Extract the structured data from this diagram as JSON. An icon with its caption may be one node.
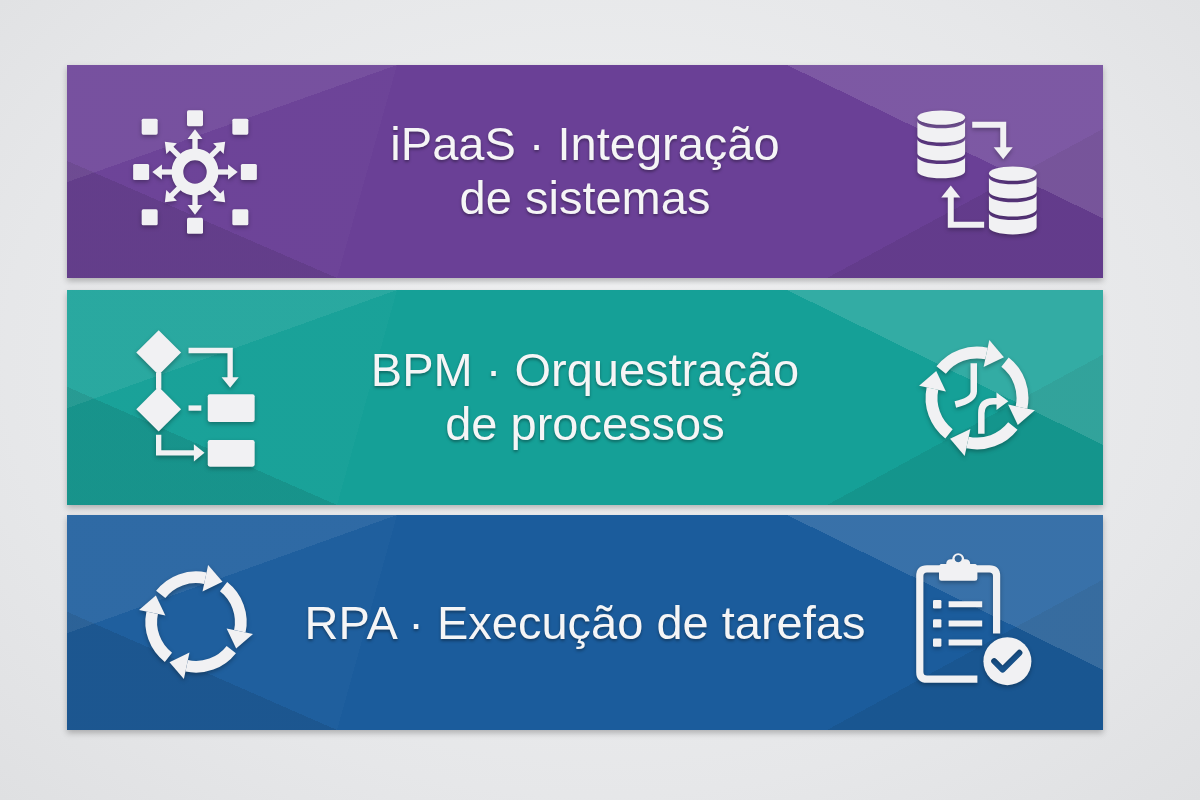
{
  "diagram": {
    "nodes": [
      {
        "text": [
          "iPaaS · Integração de sistemas"
        ]
      },
      {
        "text": [
          "BPM · Orquestração de processos"
        ]
      },
      {
        "text": [
          "RPA · Execução de tarefas"
        ]
      }
    ]
  }
}
